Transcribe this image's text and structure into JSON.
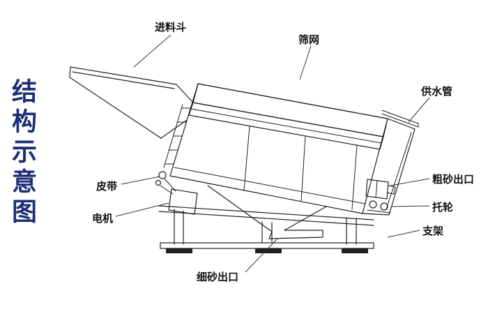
{
  "title": "结构示意图",
  "colors": {
    "title": "#1c2f75",
    "line": "#1f1f1f",
    "background": "#ffffff"
  },
  "labels": {
    "feed_hopper": "进料斗",
    "screen_mesh": "筛网",
    "water_pipe": "供水管",
    "coarse_sand_outlet": "粗砂出口",
    "support_roller": "托轮",
    "stand": "支架",
    "fine_sand_outlet": "细砂出口",
    "belt": "皮带",
    "motor": "电机"
  }
}
